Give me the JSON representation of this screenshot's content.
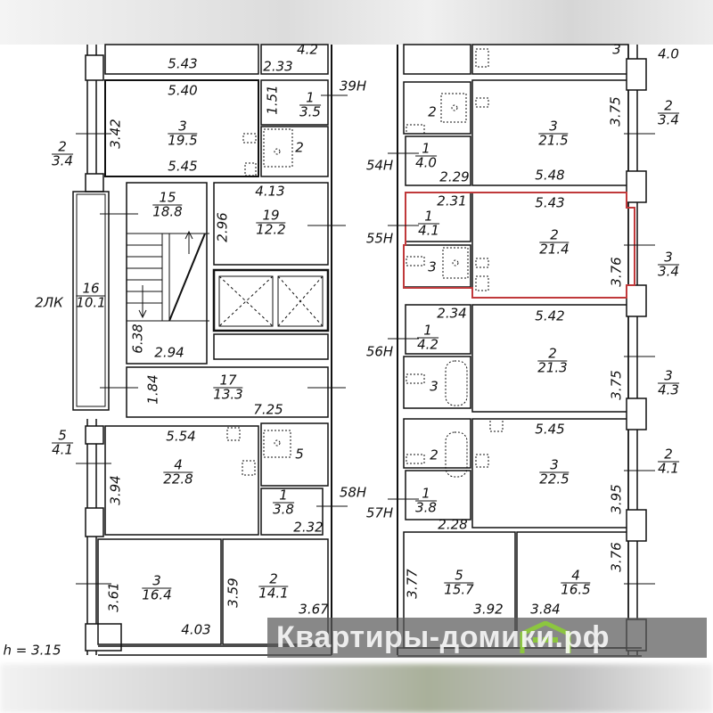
{
  "rooms": [
    {
      "num": "3",
      "area": "19.5"
    },
    {
      "num": "1",
      "area": "3.5"
    },
    {
      "num": "15",
      "area": "18.8"
    },
    {
      "num": "19",
      "area": "12.2"
    },
    {
      "num": "16",
      "area": "10.1"
    },
    {
      "num": "17",
      "area": "13.3"
    },
    {
      "num": "4",
      "area": "22.8"
    },
    {
      "num": "1",
      "area": "3.8"
    },
    {
      "num": "3",
      "area": "16.4"
    },
    {
      "num": "2",
      "area": "14.1"
    },
    {
      "num": "2",
      "area": "3.4"
    },
    {
      "num": "5",
      "area": "4.1"
    },
    {
      "num": "3",
      "area": "21.5"
    },
    {
      "num": "1",
      "area": "4.0"
    },
    {
      "num": "2",
      "area": "3.4"
    },
    {
      "num": "1",
      "area": "4.1"
    },
    {
      "num": "2",
      "area": "21.4"
    },
    {
      "num": "3",
      "area": "3.4"
    },
    {
      "num": "1",
      "area": "4.2"
    },
    {
      "num": "2",
      "area": "21.3"
    },
    {
      "num": "3",
      "area": "4.3"
    },
    {
      "num": "3",
      "area": "22.5"
    },
    {
      "num": "2",
      "area": "4.1"
    },
    {
      "num": "1",
      "area": "3.8"
    },
    {
      "num": "5",
      "area": "15.7"
    },
    {
      "num": "4",
      "area": "16.5"
    }
  ],
  "room_numbers": [
    "2",
    "5",
    "2",
    "3",
    "3",
    "2",
    "3"
  ],
  "dimensions": [
    "5.43",
    "2.33",
    "4.2",
    "5.40",
    "5.45",
    "3.42",
    "1.51",
    "4.13",
    "2.96",
    "6.38",
    "2.94",
    "1.84",
    "7.25",
    "5.54",
    "3.94",
    "2.32",
    "3.61",
    "4.03",
    "3.59",
    "3.67",
    "4.0",
    "3.75",
    "5.48",
    "2.29",
    "2.31",
    "5.43",
    "3.76",
    "2.34",
    "5.42",
    "3.75",
    "5.45",
    "3.95",
    "2.28",
    "3.77",
    "3.76",
    "3.92",
    "3.84"
  ],
  "apartments": [
    "39H",
    "54H",
    "55H",
    "56H",
    "57H",
    "58H"
  ],
  "labels": {
    "loggia": "2ЛК",
    "ceiling_height": "h = 3.15"
  },
  "watermark": "Квартиры-домики.рф",
  "colors": {
    "highlight": "#c0393b",
    "wall": "#111111",
    "watermark_logo": "#8cc63f"
  }
}
